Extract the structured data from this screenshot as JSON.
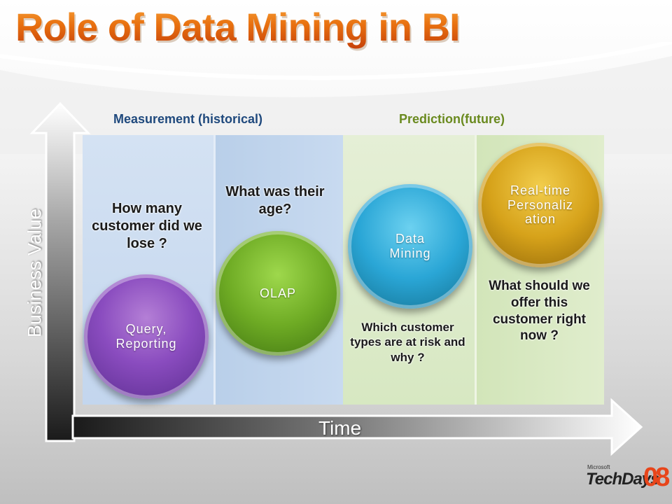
{
  "slide": {
    "title": "Role of Data Mining in BI"
  },
  "sections": {
    "measurement_label": "Measurement (historical)",
    "prediction_label": "Prediction(future)"
  },
  "axes": {
    "y_label": "Business Value",
    "x_label": "Time"
  },
  "stages": [
    {
      "label": "Query, Reporting",
      "question": "How many customer did we lose ?",
      "color": "#8a4cbf"
    },
    {
      "label": "OLAP",
      "question": "What was their age?",
      "color": "#6eab24"
    },
    {
      "label": "Data Mining",
      "question": "Which customer types are at risk and why ?",
      "color": "#2aa6d6"
    },
    {
      "label": "Real-time Personaliz ation",
      "question": "What should we offer this customer right now ?",
      "color": "#d6a21a"
    }
  ],
  "logo": {
    "maker": "Microsoft",
    "name": "TechDays",
    "number": "08"
  },
  "colors": {
    "title": "#e8700f",
    "measurement": "#1f497d",
    "prediction": "#6a8a1f"
  }
}
